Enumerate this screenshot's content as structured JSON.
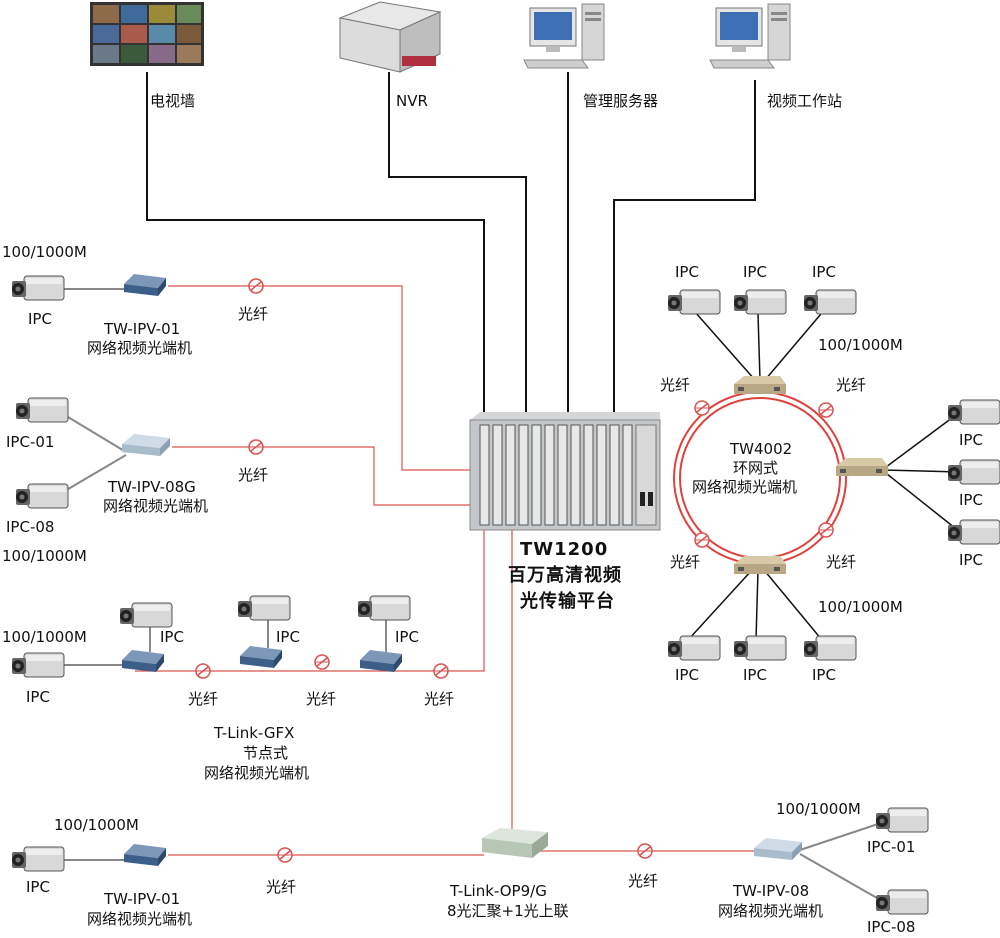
{
  "top": {
    "tv_wall": "电视墙",
    "nvr": "NVR",
    "mgmt_server": "管理服务器",
    "video_ws": "视频工作站"
  },
  "platform": {
    "model": "TW1200",
    "line1": "百万高清视频",
    "line2": "光传输平台"
  },
  "ring": {
    "model": "TW4002",
    "line1": "环网式",
    "line2": "网络视频光端机"
  },
  "left": {
    "speed_a": "100/1000M",
    "ipc_a": "IPC",
    "dev_a_model": "TW-IPV-01",
    "dev_a_desc": "网络视频光端机",
    "ipc_b1": "IPC-01",
    "ipc_b2": "IPC-08",
    "dev_b_model": "TW-IPV-08G",
    "dev_b_desc": "网络视频光端机",
    "speed_b": "100/1000M",
    "speed_c": "100/1000M",
    "ipc_c": "IPC",
    "gfx_ipc1": "IPC",
    "gfx_ipc2": "IPC",
    "gfx_model": "T-Link-GFX",
    "gfx_line1": "节点式",
    "gfx_line2": "网络视频光端机"
  },
  "ring_cams": {
    "top1": "IPC",
    "top2": "IPC",
    "top3": "IPC",
    "top_speed": "100/1000M",
    "right1": "IPC",
    "right2": "IPC",
    "right3": "IPC",
    "bot1": "IPC",
    "bot2": "IPC",
    "bot3": "IPC",
    "bot_speed": "100/1000M"
  },
  "bottom": {
    "speed_l": "100/1000M",
    "ipc_l": "IPC",
    "dev_l_model": "TW-IPV-01",
    "dev_l_desc": "网络视频光端机",
    "agg_model": "T-Link-OP9/G",
    "agg_desc": "8光汇聚+1光上联",
    "speed_r": "100/1000M",
    "ipc_r1": "IPC-01",
    "ipc_r2": "IPC-08",
    "dev_r_model": "TW-IPV-08",
    "dev_r_desc": "网络视频光端机"
  },
  "fiber": "光纤",
  "colors": {
    "fiber_line": "#d9534f",
    "ring": "#e0403a",
    "copper_line": "#111111",
    "gray_line": "#888888",
    "converter_blue": "#3c5f8a",
    "platform_gray": "#c9ccce"
  }
}
